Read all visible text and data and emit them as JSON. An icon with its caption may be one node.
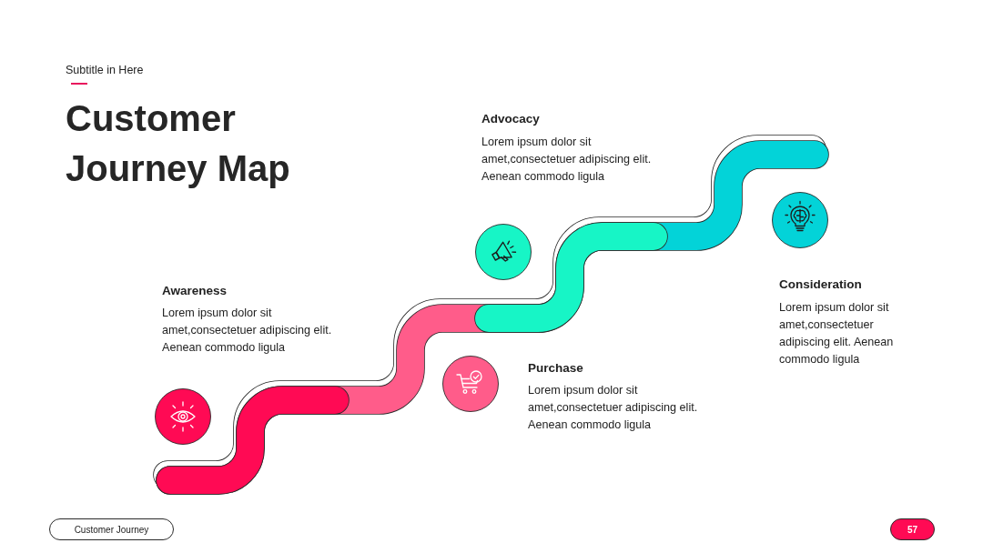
{
  "diagram": {
    "title": "Customer Journey Map",
    "nodes": [
      {
        "text": [
          "Customer Journey"
        ]
      },
      {
        "text": [
          "57"
        ]
      }
    ],
    "labels": [
      "Subtitle in Here",
      "Advocacy",
      "Lorem ipsum dolor sit amet,consectetuer adipiscing elit. Aenean commodo ligula",
      "Consideration",
      "Lorem ipsum dolor sit amet,consectetuer adipiscing elit. Aenean commodo ligula",
      "Awareness",
      "Lorem ipsum dolor sit amet,consectetuer adipiscing elit. Aenean commodo ligula",
      "Purchase",
      "Lorem ipsum dolor sit amet,consectetuer adipiscing elit. Aenean commodo ligula"
    ]
  }
}
